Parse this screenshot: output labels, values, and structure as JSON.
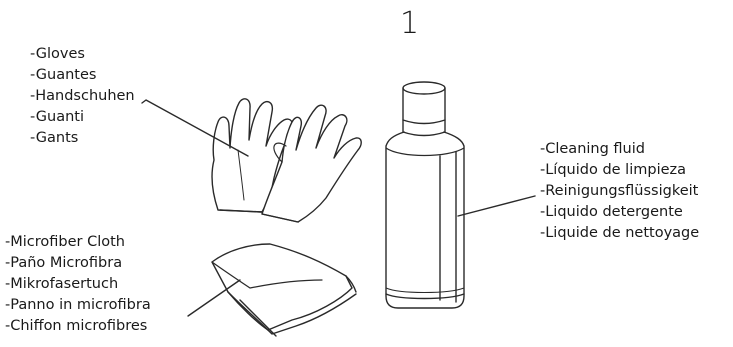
{
  "step_number": "1",
  "gloves": {
    "labels": [
      "-Gloves",
      "-Guantes",
      "-Handschuhen",
      "-Guanti",
      "-Gants"
    ]
  },
  "cleaning_fluid": {
    "labels": [
      "-Cleaning fluid",
      "-Líquido de limpieza",
      "-Reinigungsflüssigkeit",
      "-Liquido detergente",
      "-Liquide de nettoyage"
    ]
  },
  "microfiber_cloth": {
    "labels": [
      "-Microfiber Cloth",
      "-Paño Microfibra",
      "-Mikrofasertuch",
      "-Panno in microfibra",
      "-Chiffon microfibres"
    ]
  },
  "colors": {
    "line": "#2a2a2a",
    "text": "#1a1a1a",
    "background": "#ffffff"
  }
}
